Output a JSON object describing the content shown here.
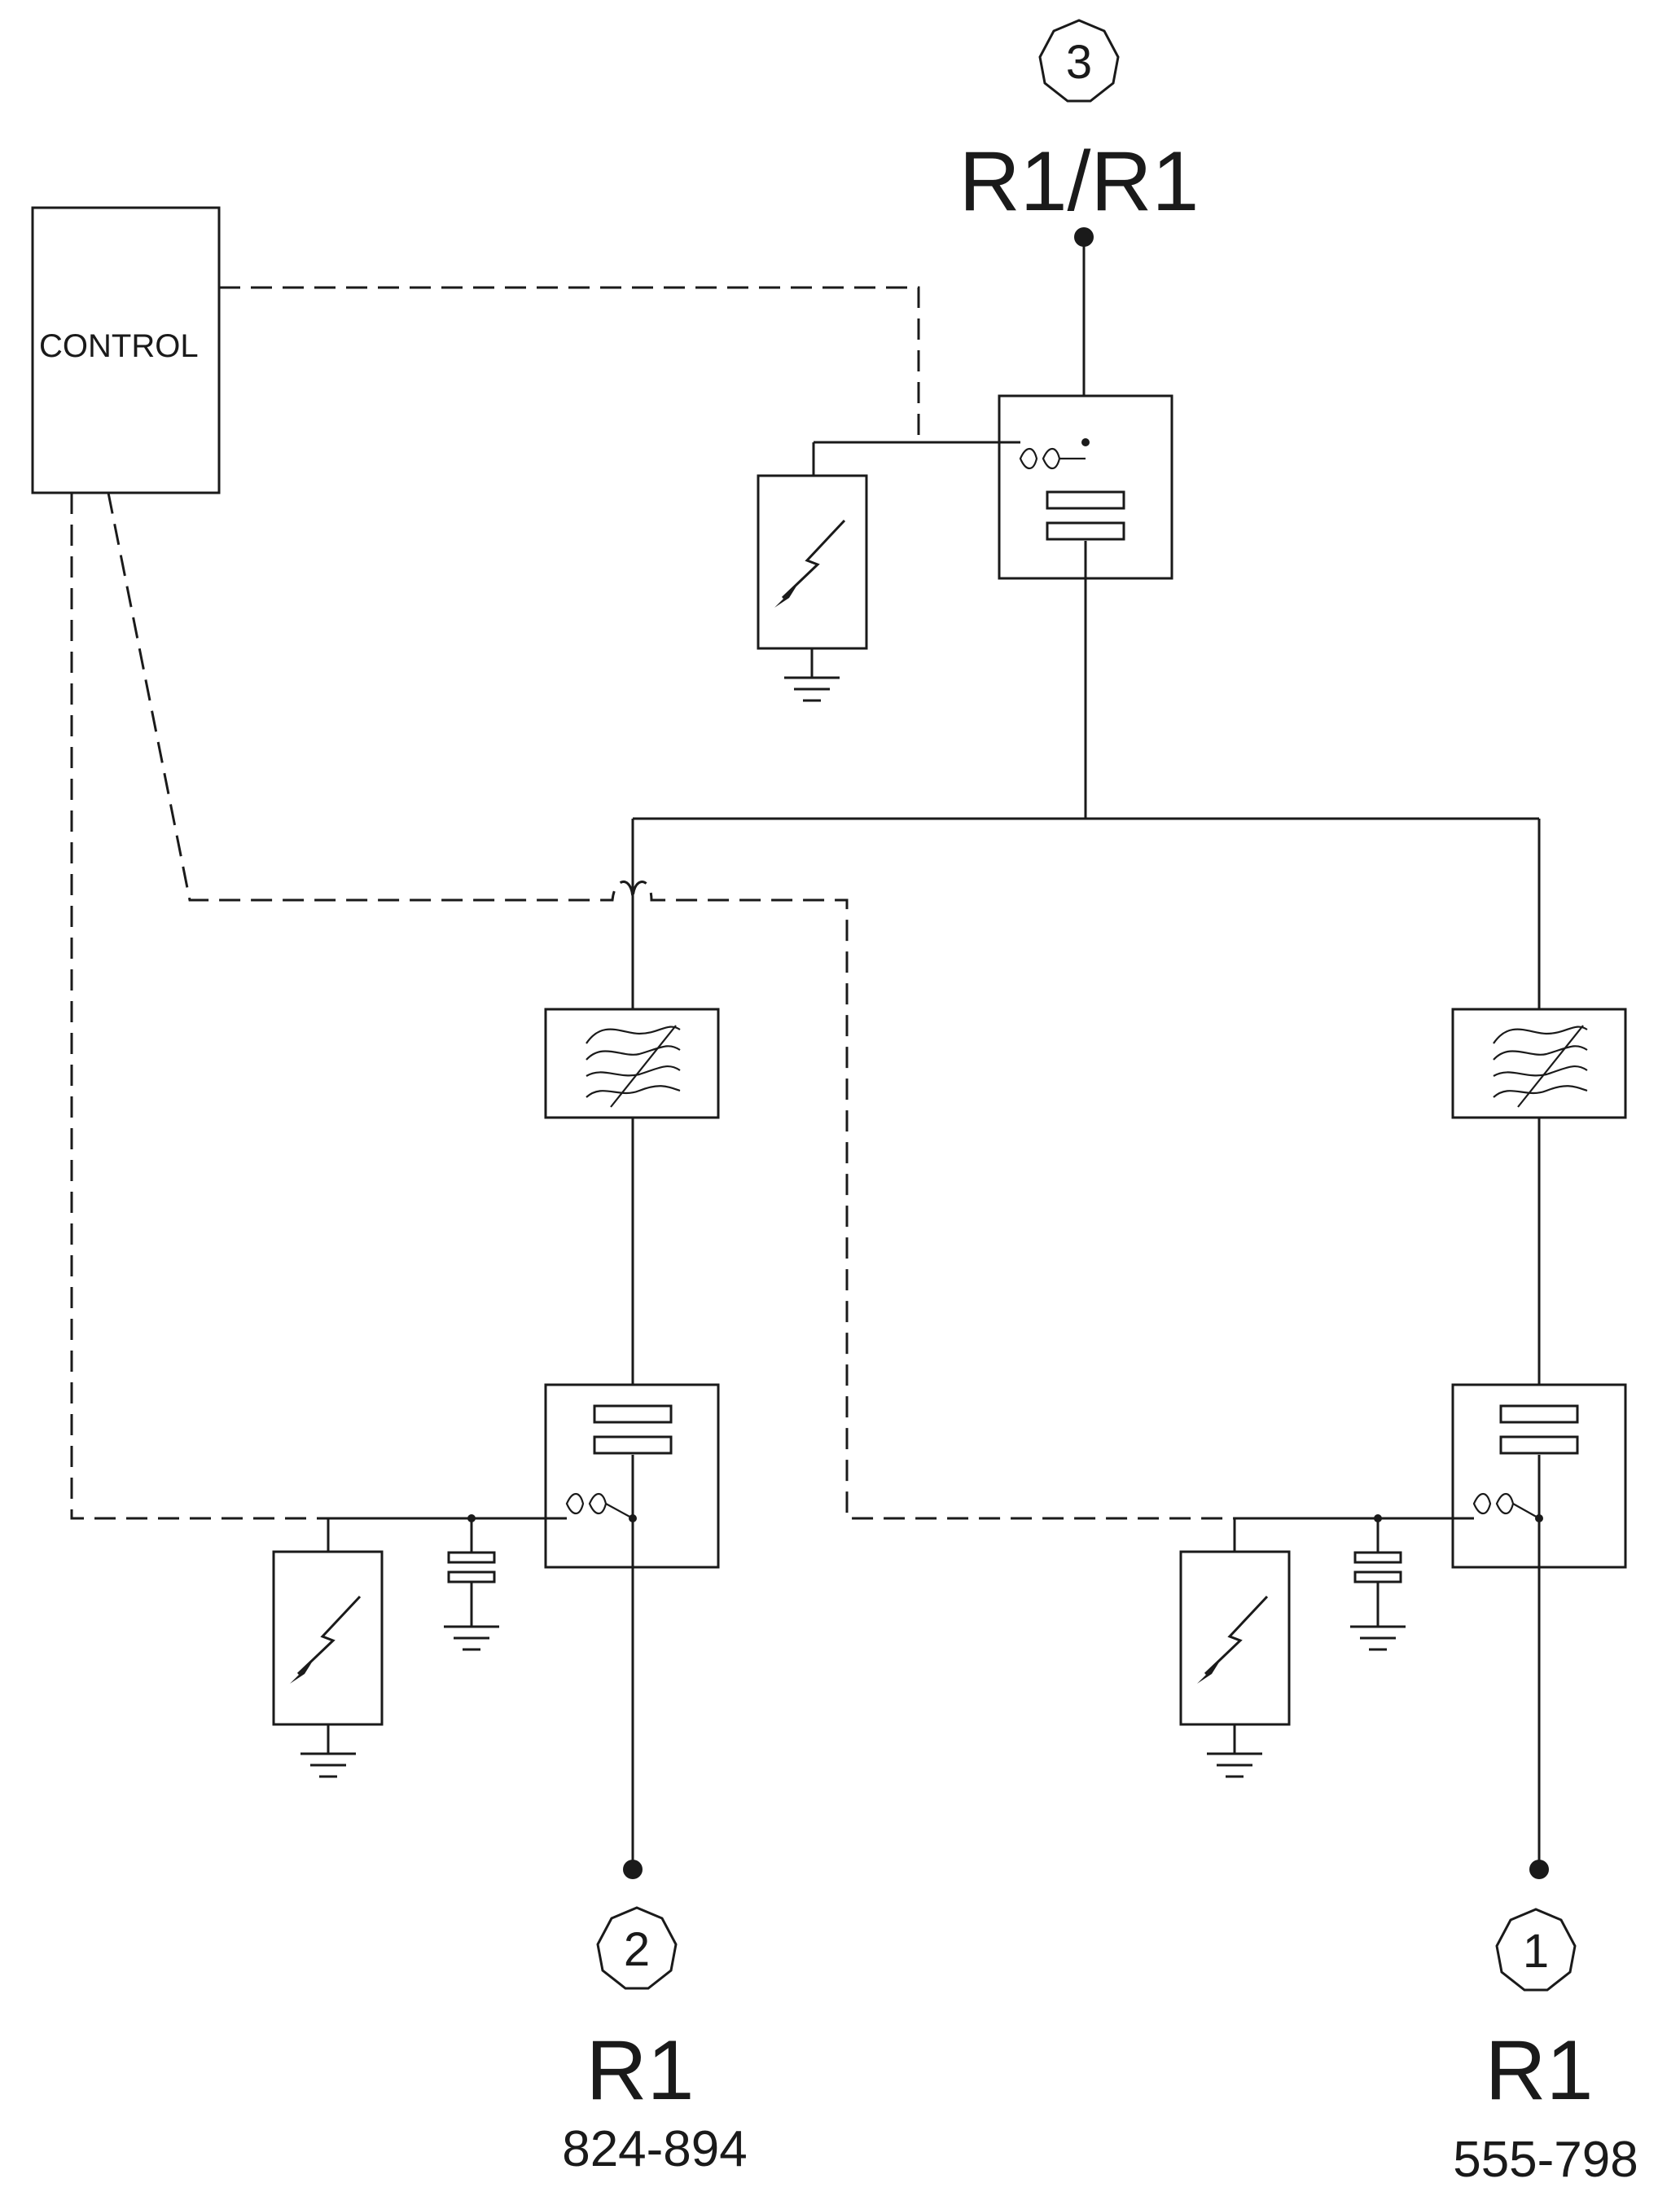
{
  "control": {
    "label": "CONTROL"
  },
  "ports": [
    {
      "id": "port-3",
      "number": "3",
      "name": "R1/R1",
      "range": ""
    },
    {
      "id": "port-2",
      "number": "2",
      "name": "R1",
      "range": "824-894"
    },
    {
      "id": "port-1",
      "number": "1",
      "name": "R1",
      "range": "555-798"
    }
  ]
}
